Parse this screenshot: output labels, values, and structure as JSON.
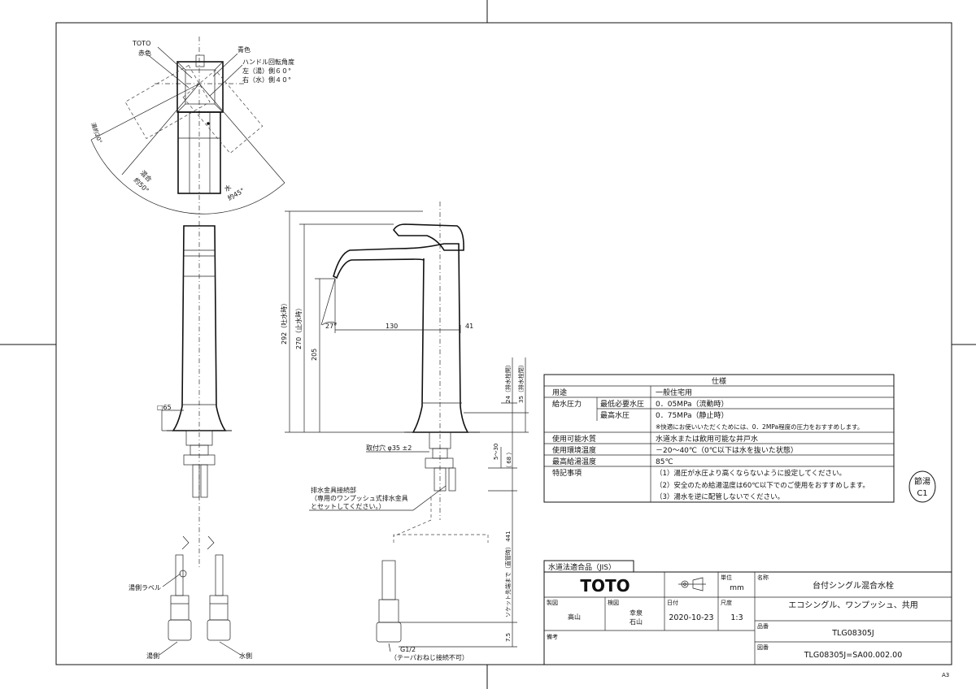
{
  "views": {
    "top": {
      "toto": "TOTO",
      "red": "赤色",
      "blue": "青色",
      "handle_angle": "ハンドル回転角度",
      "hot_side": "左（湯）側６０°",
      "cold_side": "右（水）側４０°",
      "hot_arc": "湯約20°",
      "mix": "混合",
      "mix_angle": "約50°",
      "water_arc": "水",
      "water_angle": "約45°"
    },
    "front": {
      "square": "□65",
      "hot_label": "湯側ラベル",
      "hot_side": "湯側",
      "cold_side": "水側"
    },
    "side": {
      "dim_292": "292（吐水時）",
      "dim_270": "270（止水時）",
      "dim_205": "205",
      "angle_27": "27°",
      "dim_130": "130",
      "dim_41": "41",
      "dim_24": "24（排水栓開）",
      "dim_35": "35（排水栓閉）",
      "mount_hole": "取付穴 φ35 ±2",
      "dim_5_30": "5～30",
      "dim_68": "（ 68 ）",
      "drain_fit_1": "排水金具接続部",
      "drain_fit_2": "（専用のワンプッシュ式排水金具",
      "drain_fit_3": "とセットしてください。）",
      "dim_441": "ソケット先端まで（直管時） 441",
      "dim_7_5": "7.5",
      "thread": "G1/2",
      "thread_note": "（テーパおねじ接続不可）"
    }
  },
  "spec": {
    "title": "仕様",
    "rows": [
      {
        "label": "用途",
        "sub": "",
        "value": "一般住宅用"
      },
      {
        "label": "給水圧力",
        "sub": "最低必要水圧",
        "value": "0．05MPa（流動時）"
      },
      {
        "label": "",
        "sub": "最高水圧",
        "value": "0．75MPa（静止時）"
      },
      {
        "label": "",
        "sub": "",
        "value": "※快適にお使いいただくためには、0．2MPa程度の圧力をおすすめします。"
      },
      {
        "label": "使用可能水質",
        "sub": "",
        "value": "水道水または飲用可能な井戸水"
      },
      {
        "label": "使用環境温度",
        "sub": "",
        "value": "－20～40℃（0℃以下は水を抜いた状態）"
      },
      {
        "label": "最高給湯温度",
        "sub": "",
        "value": "85℃"
      },
      {
        "label": "特記事項",
        "sub": "",
        "value": "（1）湯圧が水圧より高くならないように設定してください。"
      },
      {
        "label": "",
        "sub": "",
        "value": "（2）安全のため給湯温度は60℃以下でのご使用をおすすめします。"
      },
      {
        "label": "",
        "sub": "",
        "value": "（3）湯水を逆に配管しないでください。"
      }
    ]
  },
  "stamp": {
    "line1": "節湯",
    "line2": "C1"
  },
  "titleblock": {
    "compliance": "水道法適合品（JIS）",
    "logo": "TOTO",
    "unit_label": "単位",
    "unit": "mm",
    "name_label": "名称",
    "name1": "台付シングル混合水栓",
    "name2": "エコシングル、ワンプッシュ、共用",
    "drawn_label": "製図",
    "drawn": "高山",
    "checked_label": "検図",
    "checked1": "幸泉",
    "checked2": "石山",
    "date_label": "日付",
    "date": "2020-10-23",
    "scale_label": "尺度",
    "scale": "1:3",
    "product_label": "品番",
    "product": "TLG08305J",
    "remarks_label": "備考",
    "drawing_label": "図番",
    "drawing": "TLG08305J=SA00.002.00"
  },
  "paper_size": "A3"
}
